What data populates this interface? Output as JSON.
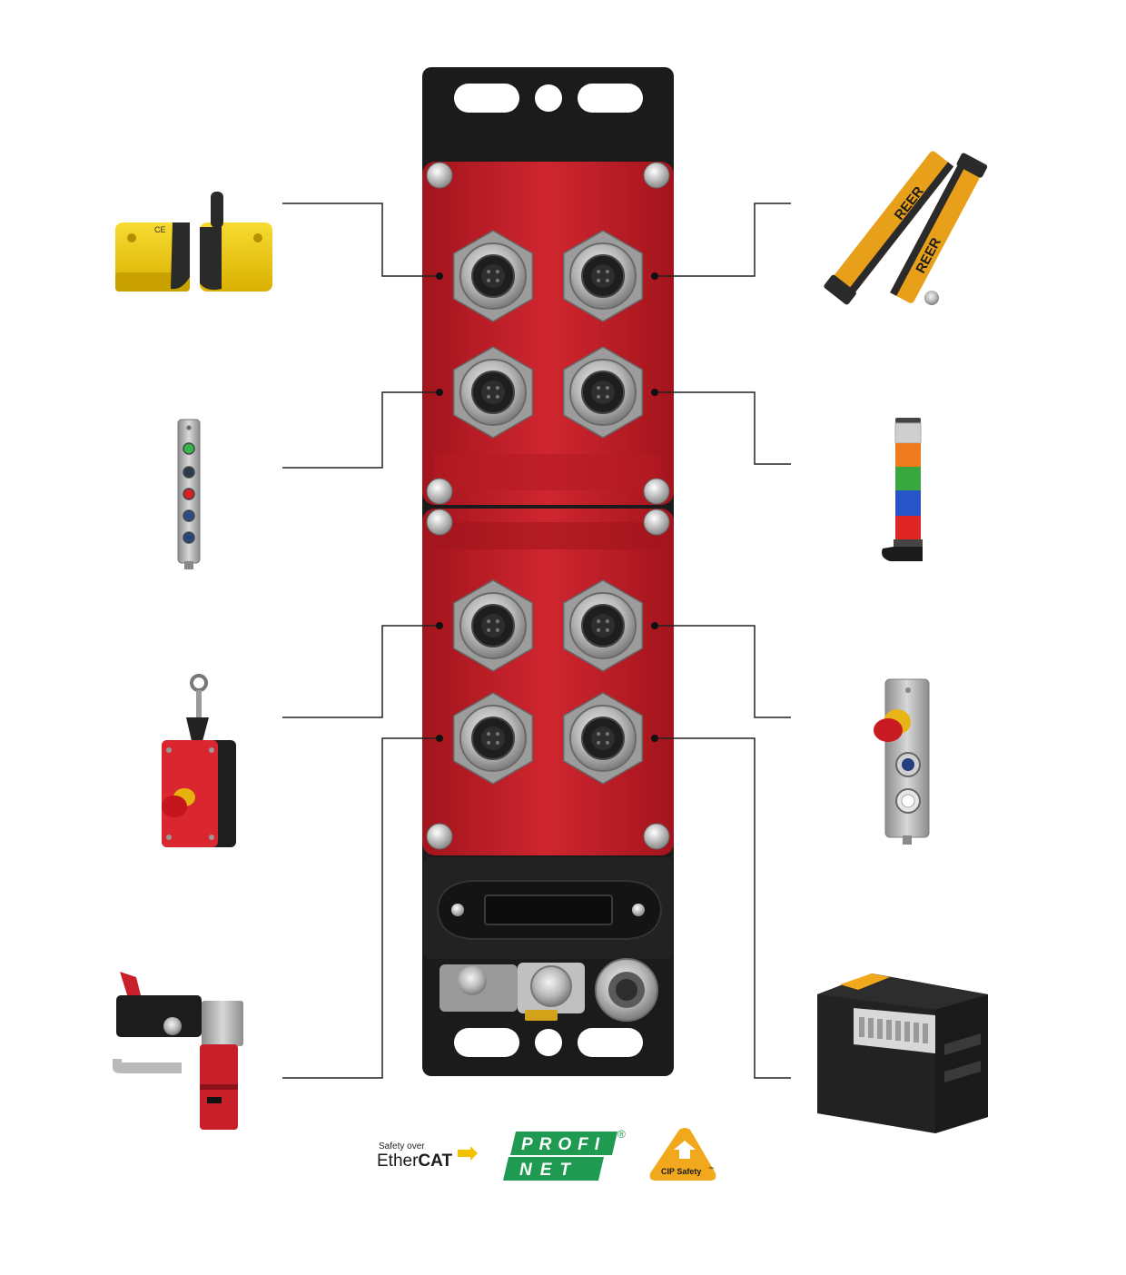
{
  "colors": {
    "module_red": "#c8202a",
    "module_red_dark": "#8f1219",
    "bracket_black": "#1b1b1b",
    "leader_line": "#222222",
    "profinet_green": "#1e9b50",
    "cip_orange": "#f2a81d",
    "sensor_yellow": "#f2cd18"
  },
  "device": {
    "connectors_top": [
      "m12-port-1",
      "m12-port-2",
      "m12-port-3",
      "m12-port-4"
    ],
    "connectors_bottom": [
      "m12-port-5",
      "m12-port-6",
      "m12-port-7",
      "m12-port-8"
    ]
  },
  "peripherals": {
    "left": [
      {
        "name": "rfid-safety-sensor",
        "icon": "rfid-sensor-icon"
      },
      {
        "name": "control-station-vertical",
        "icon": "control-station-icon"
      },
      {
        "name": "rope-pull-switch",
        "icon": "rope-switch-icon"
      },
      {
        "name": "safety-interlock-handle",
        "icon": "interlock-icon"
      }
    ],
    "right": [
      {
        "name": "safety-light-curtain",
        "icon": "light-curtain-icon"
      },
      {
        "name": "signal-tower-light",
        "icon": "signal-tower-icon"
      },
      {
        "name": "emergency-stop-station",
        "icon": "estop-station-icon"
      },
      {
        "name": "safety-plc",
        "icon": "plc-icon"
      }
    ]
  },
  "logos": {
    "ethercat_small": "Safety over",
    "ethercat_main_a": "Ether",
    "ethercat_main_b": "CAT",
    "profinet_top": "PROFI",
    "profinet_bottom": "NET",
    "profinet_reg": "®",
    "cip_safety": "CIP Safety",
    "cip_tm": "™",
    "curtain_brand": "REER"
  }
}
